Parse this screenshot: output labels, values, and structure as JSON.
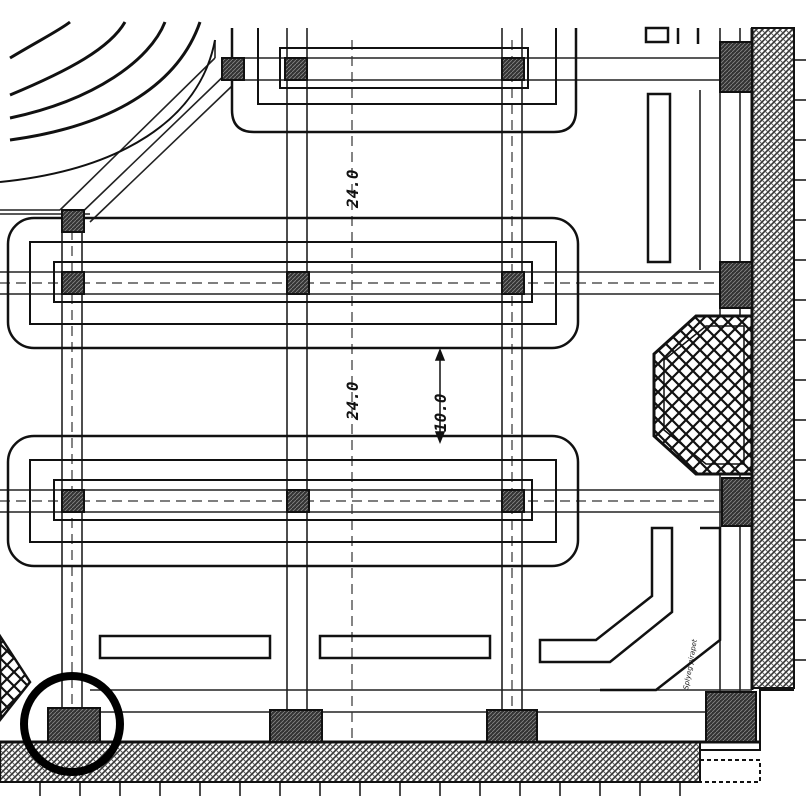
{
  "drawing": {
    "dimensions": {
      "upper_bay": "24.0",
      "lower_bay": "24.0",
      "beam_offset": "10.0"
    },
    "marginal_note": "Splyeg pirapet",
    "highlight_marker": "circle",
    "colors": {
      "ink": "#111111",
      "paper": "#ffffff",
      "hatch": "#555555"
    }
  }
}
